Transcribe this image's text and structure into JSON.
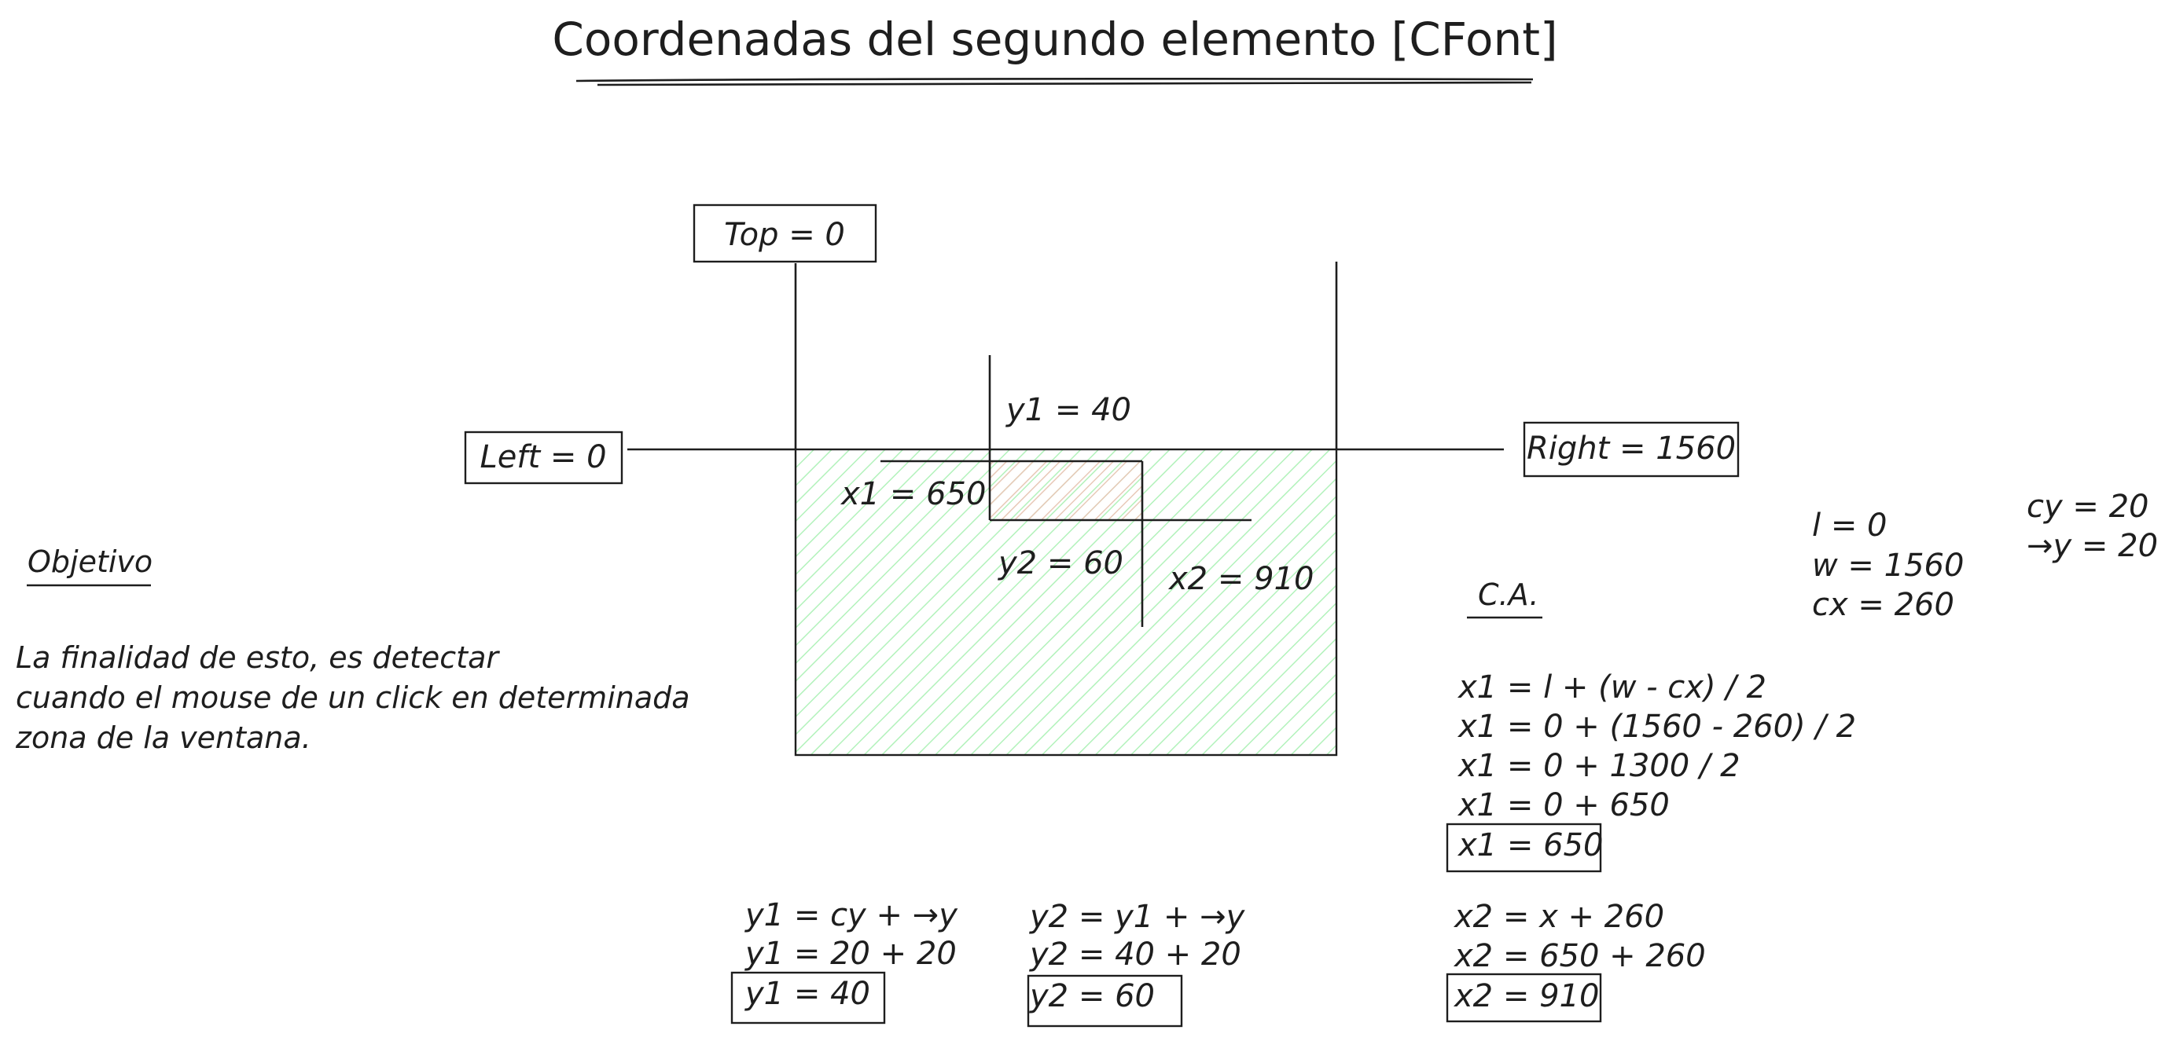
{
  "title": "Coordenadas del segundo elemento [CFont]",
  "labels": {
    "top": "Top = 0",
    "left": "Left = 0",
    "right": "Right = 1560",
    "y1": "y1 = 40",
    "x1": "x1 = 650",
    "y2": "y2 = 60",
    "x2": "x2 = 910"
  },
  "objective": {
    "heading": "Objetivo",
    "lines": [
      "La finalidad de esto, es detectar",
      "cuando el mouse de un click en determinada",
      "zona de la ventana."
    ]
  },
  "givens": {
    "left_col": [
      "l = 0",
      "w = 1560",
      "cx = 260"
    ],
    "right_col": [
      "cy = 20",
      "→y = 20"
    ]
  },
  "ca_heading": "C.A.",
  "x1_calc": {
    "lines": [
      "x1 = l + (w - cx) / 2",
      "x1 = 0 + (1560 - 260) / 2",
      "x1 = 0 + 1300 / 2",
      "x1 = 0 + 650"
    ],
    "result": "x1 = 650"
  },
  "x2_calc": {
    "lines": [
      "x2 = x + 260",
      "x2 = 650 + 260"
    ],
    "result": "x2 = 910"
  },
  "y1_calc": {
    "lines": [
      "y1 = cy + →y",
      "y1 = 20 + 20"
    ],
    "result": "y1 = 40"
  },
  "y2_calc": {
    "lines": [
      "y2 = y1 + →y",
      "y2 = 40 + 20"
    ],
    "result": "y2 = 60"
  },
  "colors": {
    "stroke": "#1e1e1e",
    "window_hatch": "#b2f2bb",
    "element_hatch": "#e8c9b8",
    "background": "#ffffff"
  }
}
